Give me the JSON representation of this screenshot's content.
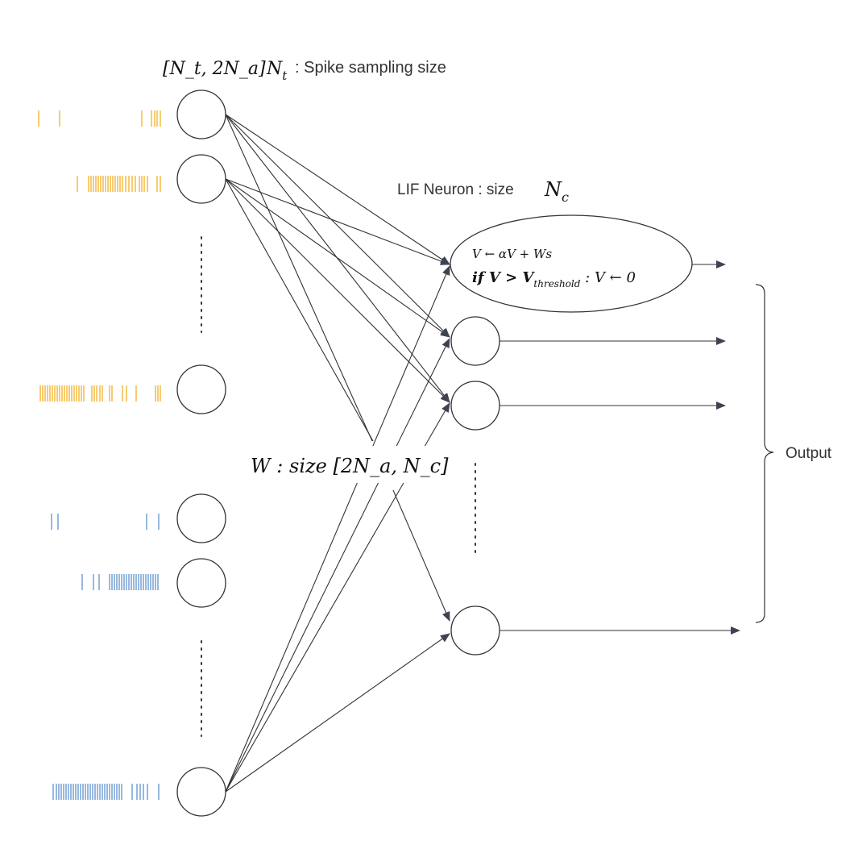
{
  "colors": {
    "ink": "#333333",
    "spike_orange": "#f5b533",
    "spike_blue": "#6a9bd1",
    "arrow": "#3d4352"
  },
  "header": {
    "input_shape": "[N_t, 2N_a]",
    "nt_symbol": "N",
    "nt_sub": "t",
    "nt_desc": ": Spike sampling size"
  },
  "lif": {
    "title": "LIF Neuron : size",
    "size_symbol": "N",
    "size_sub": "c",
    "update_rule": "V ← αV + Ws",
    "reset_prefix": "if   V > V",
    "reset_sub": "threshold",
    "reset_suffix": " : V ← 0"
  },
  "weights": {
    "label": "W : size [2N_a, N_c]"
  },
  "output": {
    "label": "Output"
  },
  "inputs": {
    "spike_trains": [
      {
        "color": "orange",
        "ticks": [
          48,
          74,
          176,
          188,
          192,
          195,
          199
        ]
      },
      {
        "color": "orange",
        "ticks": [
          96,
          110,
          113,
          116,
          119,
          122,
          125,
          128,
          131,
          134,
          137,
          140,
          143,
          146,
          149,
          152,
          156,
          160,
          164,
          168,
          173,
          176,
          179,
          183,
          195,
          199
        ]
      },
      {
        "color": "orange",
        "ticks": [
          50,
          53,
          56,
          59,
          62,
          65,
          68,
          71,
          74,
          77,
          80,
          83,
          86,
          89,
          92,
          95,
          98,
          101,
          104,
          114,
          117,
          120,
          124,
          127,
          136,
          139,
          152,
          157,
          169,
          193,
          196,
          199
        ]
      },
      {
        "color": "blue",
        "ticks": [
          64,
          72,
          182,
          197
        ]
      },
      {
        "color": "blue",
        "ticks": [
          102,
          116,
          123,
          136,
          139,
          142,
          145,
          148,
          151,
          154,
          157,
          160,
          163,
          166,
          169,
          172,
          175,
          178,
          181,
          184,
          187,
          190,
          193,
          196
        ]
      },
      {
        "color": "blue",
        "ticks": [
          66,
          70,
          73,
          76,
          79,
          82,
          85,
          88,
          91,
          94,
          97,
          100,
          103,
          106,
          109,
          112,
          115,
          118,
          121,
          124,
          127,
          130,
          133,
          136,
          139,
          142,
          145,
          148,
          151,
          164,
          170,
          174,
          178,
          183,
          197
        ]
      }
    ]
  }
}
